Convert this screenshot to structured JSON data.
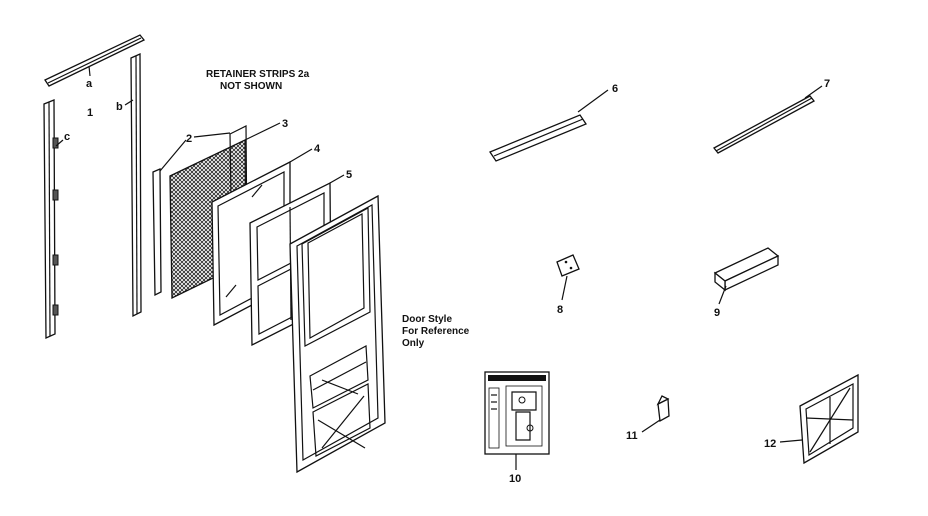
{
  "diagram": {
    "note_retainer": [
      "RETAINER STRIPS 2a",
      "NOT SHOWN"
    ],
    "note_door": [
      "Door Style",
      "For Reference",
      "Only"
    ],
    "labels": {
      "a": "a",
      "b": "b",
      "c": "c",
      "one": "1",
      "two": "2",
      "three": "3",
      "four": "4",
      "five": "5",
      "six": "6",
      "seven": "7",
      "eight": "8",
      "nine": "9",
      "ten": "10",
      "eleven": "11",
      "twelve": "12"
    }
  }
}
